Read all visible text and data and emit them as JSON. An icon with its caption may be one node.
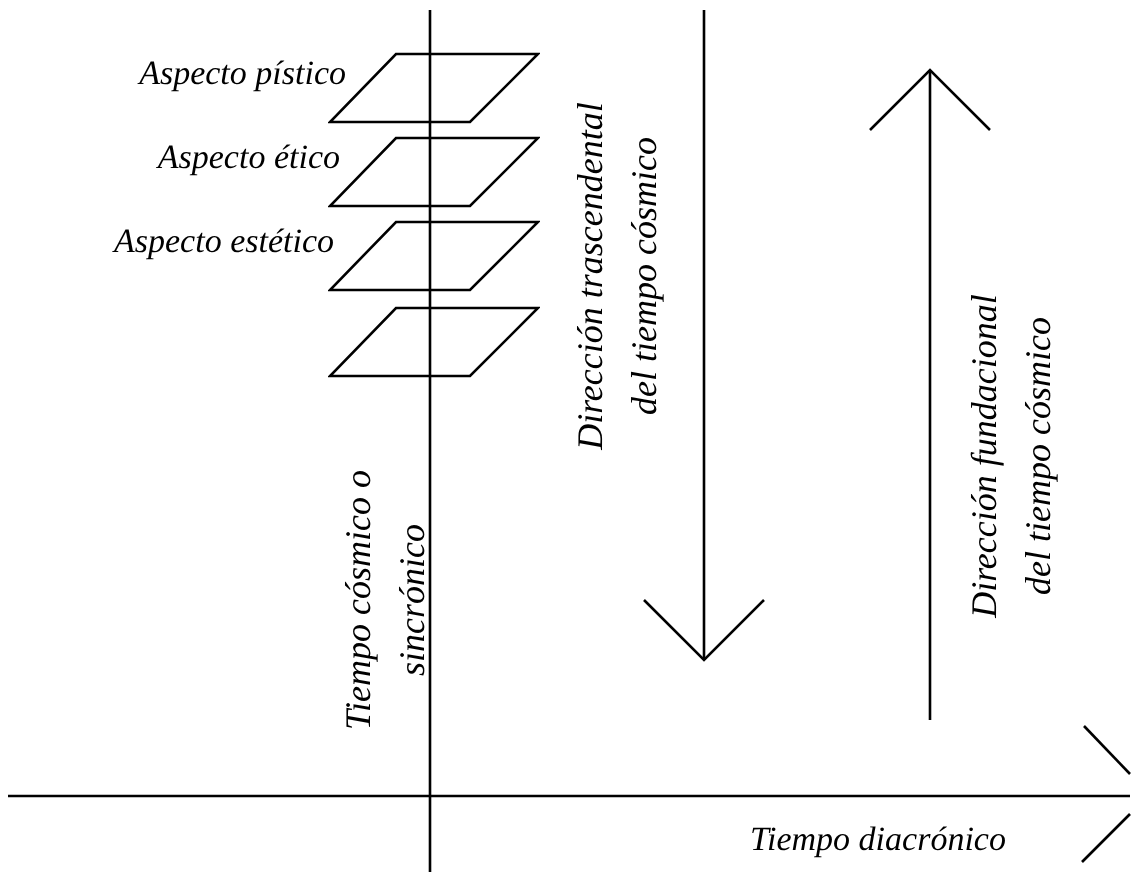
{
  "diagram": {
    "nodes": [
      {
        "text": [
          "Aspecto pístico"
        ]
      },
      {
        "text": [
          "Aspecto ético"
        ]
      },
      {
        "text": [
          "Aspecto estético"
        ]
      },
      {
        "text": [],
        "shape": "parallelogram"
      }
    ],
    "labels": [
      "Dirección trascendental del tiempo cósmico",
      "Dirección fundacional del tiempo cósmico",
      "Tiempo cósmico o sincrónico",
      "Tiempo diacrónico"
    ]
  }
}
